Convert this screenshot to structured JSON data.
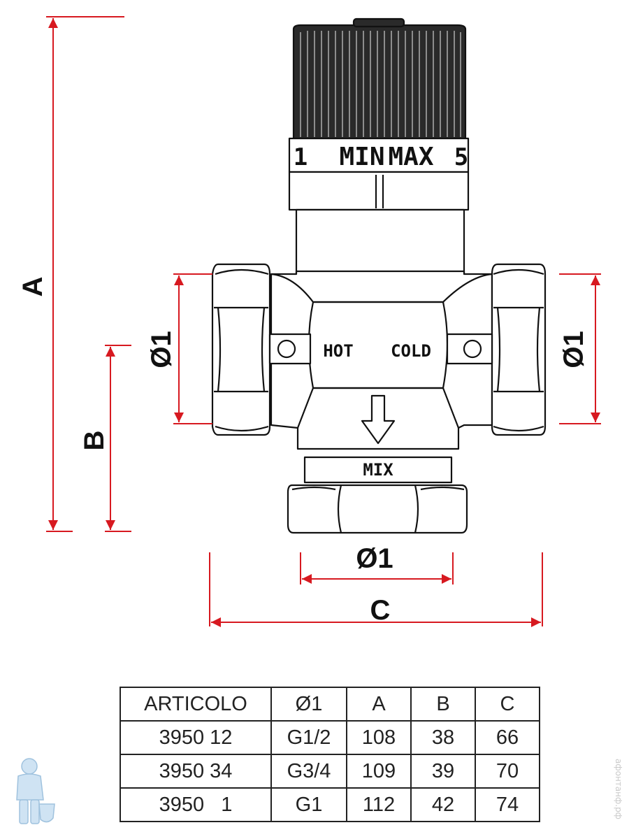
{
  "drawing": {
    "dimensions": {
      "a": "A",
      "b": "B",
      "c": "C",
      "d_top_left": "Ø1",
      "d_right": "Ø1",
      "d_bottom": "Ø1"
    },
    "knob_scale": {
      "left_num": "1",
      "min": "MIN",
      "max": "MAX",
      "right_num": "5"
    },
    "inlets": {
      "hot": "HOT",
      "cold": "COLD"
    },
    "outlet": "MIX",
    "colors": {
      "dimension": "#d71920",
      "outline": "#111111"
    }
  },
  "table": {
    "headers": [
      "ARTICOLO",
      "Ø1",
      "A",
      "B",
      "C"
    ],
    "rows": [
      [
        "3950 12",
        "G1/2",
        "108",
        "38",
        "66"
      ],
      [
        "3950 34",
        "G3/4",
        "109",
        "39",
        "70"
      ],
      [
        "3950   1",
        "G1",
        "112",
        "42",
        "74"
      ]
    ]
  },
  "watermark": "афонтанф.рф"
}
